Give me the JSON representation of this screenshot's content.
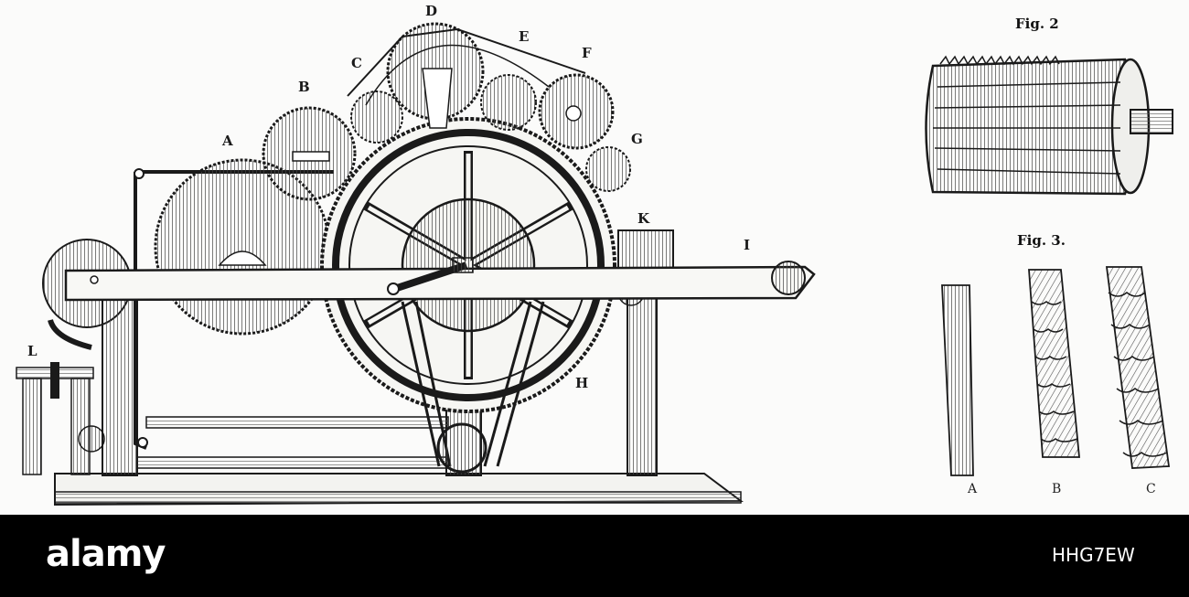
{
  "figure": {
    "machine_labels": {
      "A": "A",
      "B": "B",
      "C": "C",
      "D": "D",
      "E": "E",
      "F": "F",
      "G": "G",
      "H": "H",
      "I": "I",
      "K": "K",
      "L": "L"
    },
    "fig2_title": "Fig. 2",
    "fig3_title": "Fig. 3.",
    "fig3_labels": {
      "A": "A",
      "B": "B",
      "C": "C"
    }
  },
  "watermark": {
    "logo": "alamy",
    "image_code": "HHG7EW"
  },
  "colors": {
    "ink": "#1a1a1a",
    "paper": "#fbfbfa",
    "banner": "#000000"
  }
}
